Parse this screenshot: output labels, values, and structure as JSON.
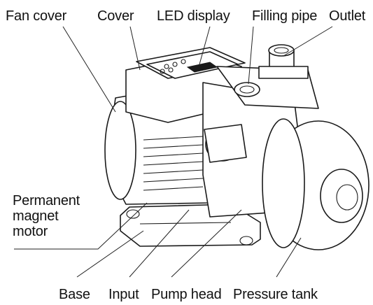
{
  "labels": {
    "fan_cover": "Fan cover",
    "cover": "Cover",
    "led_display": "LED display",
    "filling_pipe": "Filling pipe",
    "outlet": "Outlet",
    "permanent_magnet_motor": "Permanent magnet motor",
    "base": "Base",
    "input": "Input",
    "pump_head": "Pump head",
    "pressure_tank": "Pressure tank"
  }
}
